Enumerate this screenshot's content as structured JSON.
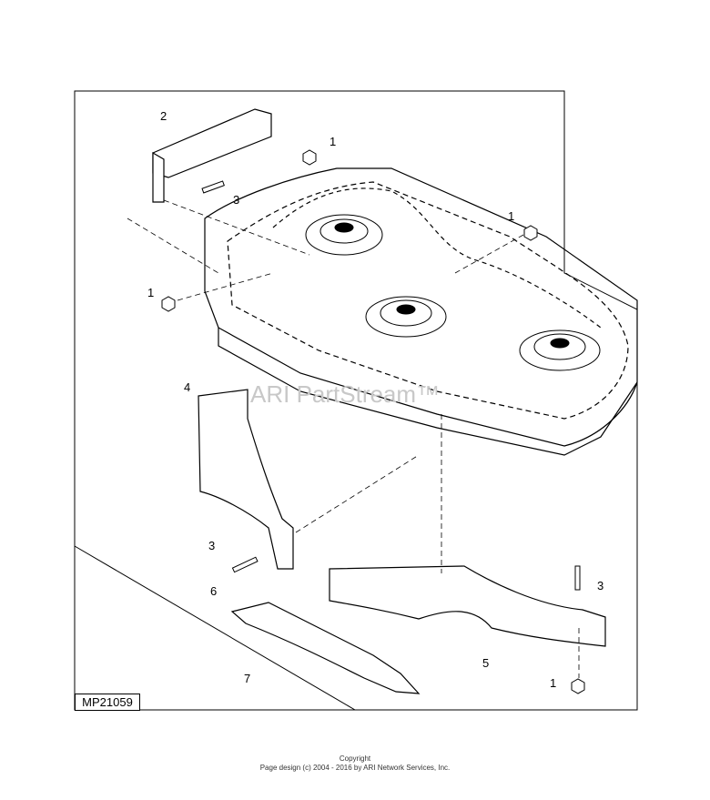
{
  "diagram": {
    "figure_id": "MP21059",
    "watermark": "ARI PartStream™",
    "callouts": [
      "1",
      "2",
      "3",
      "1",
      "1",
      "4",
      "3",
      "3",
      "6",
      "7",
      "5",
      "1"
    ]
  },
  "footer": {
    "line1": "Copyright",
    "line2": "Page design (c) 2004 - 2016 by ARI Network Services, Inc."
  }
}
